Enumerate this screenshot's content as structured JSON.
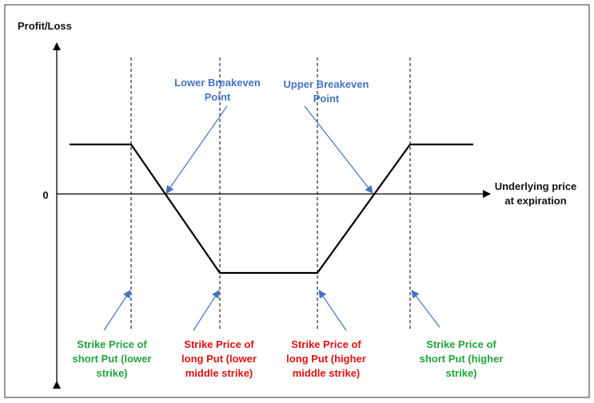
{
  "axes": {
    "y_label": "Profit/Loss",
    "x_label": "Underlying price at expiration",
    "zero_label": "0"
  },
  "breakevens": {
    "lower": "Lower Breakeven Point",
    "upper": "Upper Breakeven Point"
  },
  "strikes": [
    {
      "text": "Strike Price of short Put (lower strike)",
      "color": "#1fa33a"
    },
    {
      "text": "Strike Price of long Put (lower middle strike)",
      "color": "#e01010"
    },
    {
      "text": "Strike Price of long Put (higher middle strike)",
      "color": "#e01010"
    },
    {
      "text": "Strike Price of short Put (higher strike)",
      "color": "#1fa33a"
    }
  ],
  "colors": {
    "annotation": "#4472c4",
    "frame": "#333333"
  }
}
